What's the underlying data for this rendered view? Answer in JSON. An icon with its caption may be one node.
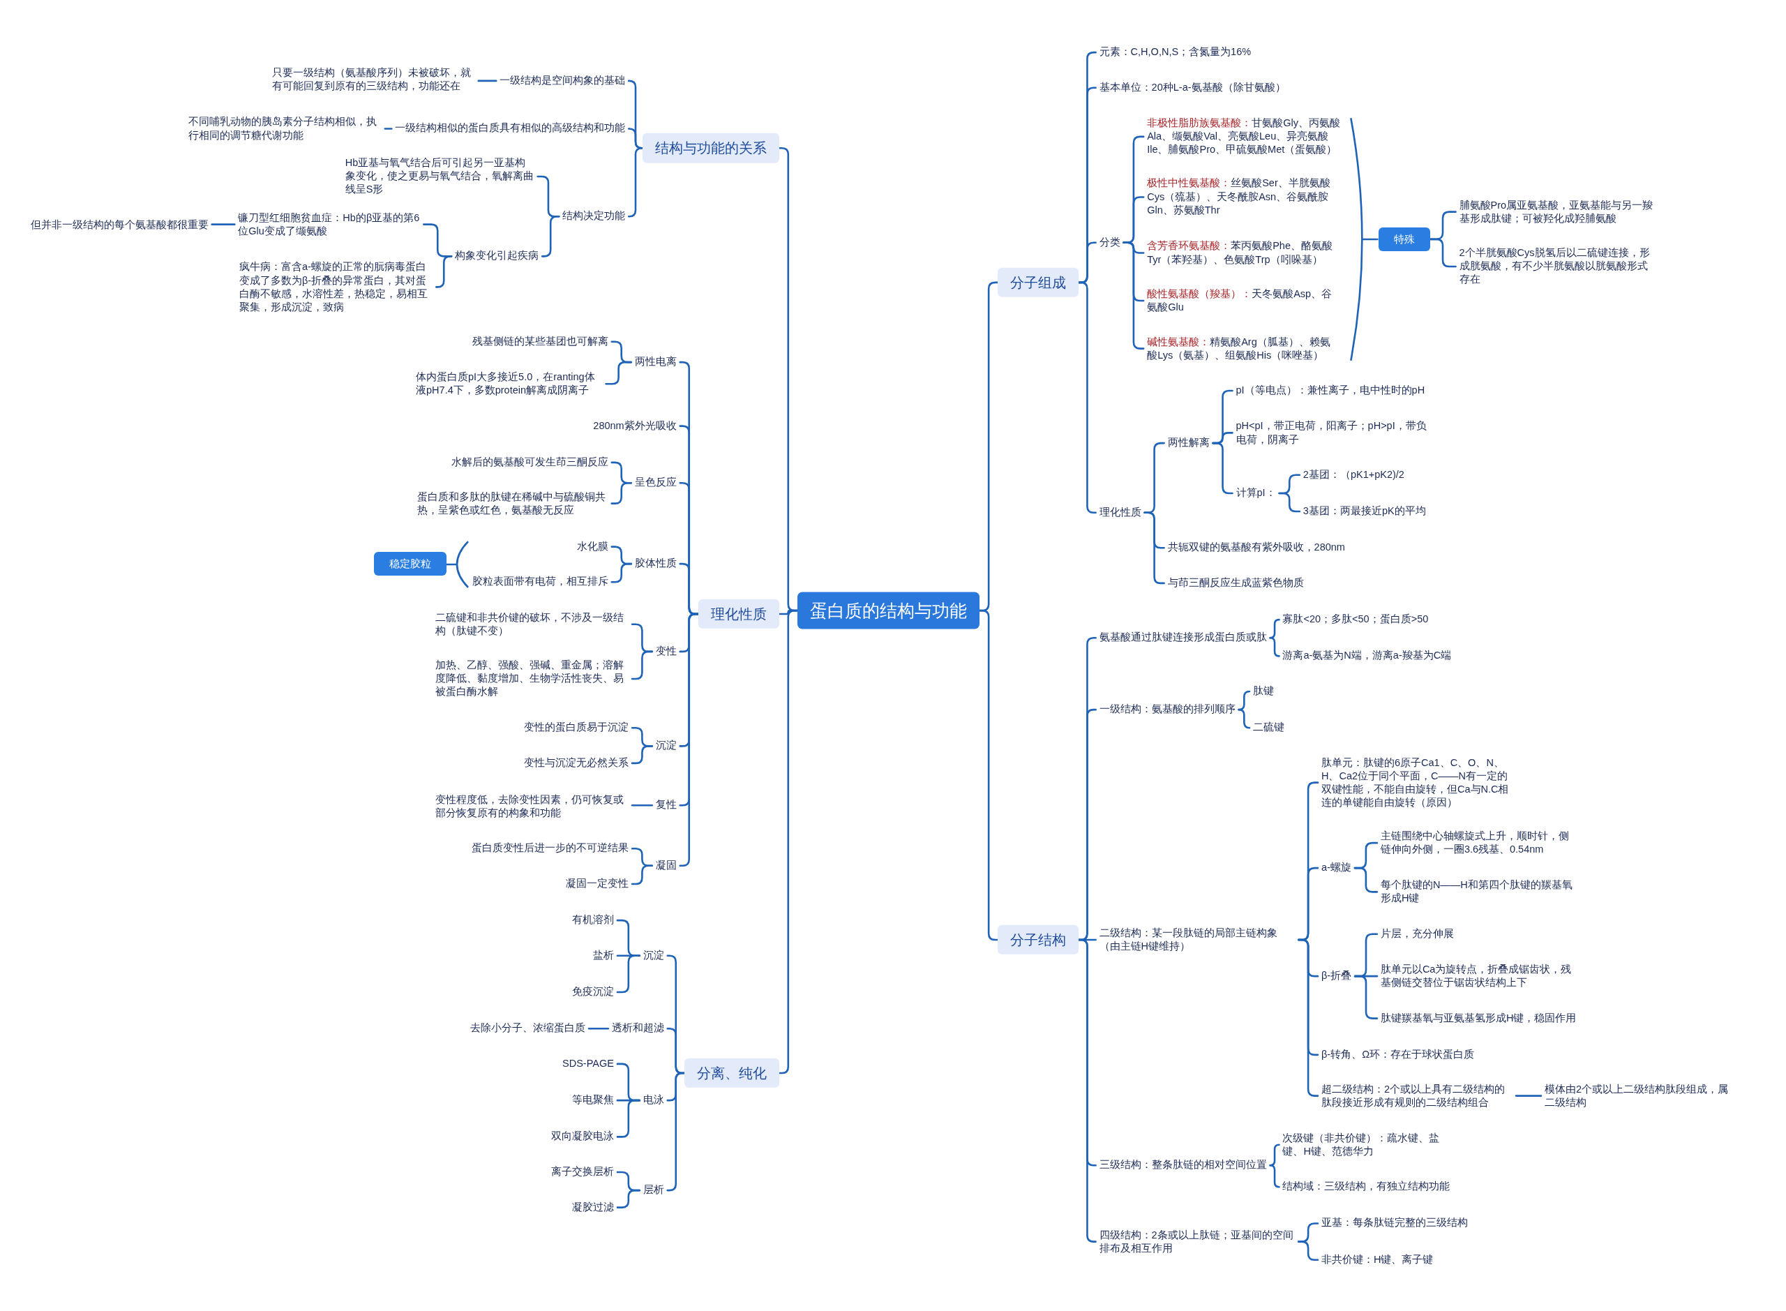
{
  "diagram": {
    "nodes": [
      {
        "text": [
          "蛋白质的结构与功能"
        ]
      },
      {
        "text": [
          "结构与功能的关系"
        ]
      },
      {
        "text": [
          "一级结构是空间构象的基础"
        ]
      },
      {
        "text": [
          "只要一级结构（氨基酸序列）未被破坏，就有可能回复到原有的三级结构，功能还在"
        ]
      },
      {
        "text": [
          "一级结构相似的蛋白质具有相似的高级结构和功能"
        ]
      },
      {
        "text": [
          "不同哺乳动物的胰岛素分子结构相似，执行相同的调节糖代谢功能"
        ]
      },
      {
        "text": [
          "结构决定功能"
        ]
      },
      {
        "text": [
          "Hb亚基与氧气结合后可引起另一亚基构象变化，使之更易与氧气结合，氧解离曲线呈S形"
        ]
      },
      {
        "text": [
          "构象变化引起疾病"
        ]
      },
      {
        "text": [
          "镰刀型红细胞贫血症：Hb的β亚基的第6位Glu变成了缬氨酸"
        ]
      },
      {
        "text": [
          "但并非一级结构的每个氨基酸都很重要"
        ]
      },
      {
        "text": [
          "疯牛病：富含a-螺旋的正常的朊病毒蛋白变成了多数为β-折叠的异常蛋白，其对蛋白酶不敏感，水溶性差，热稳定，易相互聚集，形成沉淀，致病"
        ]
      },
      {
        "text": [
          "理化性质"
        ]
      },
      {
        "text": [
          "两性电离"
        ]
      },
      {
        "text": [
          "残基侧链的某些基团也可解离"
        ]
      },
      {
        "text": [
          "体内蛋白质pI大多接近5.0，在ranting体液pH7.4下，多数protein解离成阴离子"
        ]
      },
      {
        "text": [
          "280nm紫外光吸收"
        ]
      },
      {
        "text": [
          "呈色反应"
        ]
      },
      {
        "text": [
          "水解后的氨基酸可发生茚三酮反应"
        ]
      },
      {
        "text": [
          "蛋白质和多肽的肽键在稀碱中与硫酸铜共热，呈紫色或红色，氨基酸无反应"
        ]
      },
      {
        "text": [
          "胶体性质"
        ]
      },
      {
        "text": [
          "水化膜"
        ]
      },
      {
        "text": [
          "胶粒表面带有电荷，相互排斥"
        ]
      },
      {
        "text": [
          "稳定胶粒"
        ]
      },
      {
        "text": [
          "变性"
        ]
      },
      {
        "text": [
          "二硫键和非共价键的破坏，不涉及一级结构（肽键不变）"
        ]
      },
      {
        "text": [
          "加热、乙醇、强酸、强碱、重金属；溶解度降低、黏度增加、生物学活性丧失、易被蛋白酶水解"
        ]
      },
      {
        "text": [
          "沉淀"
        ]
      },
      {
        "text": [
          "变性的蛋白质易于沉淀"
        ]
      },
      {
        "text": [
          "变性与沉淀无必然关系"
        ]
      },
      {
        "text": [
          "复性"
        ]
      },
      {
        "text": [
          "变性程度低，去除变性因素，仍可恢复或部分恢复原有的构象和功能"
        ]
      },
      {
        "text": [
          "凝固"
        ]
      },
      {
        "text": [
          "蛋白质变性后进一步的不可逆结果"
        ]
      },
      {
        "text": [
          "凝固一定变性"
        ]
      },
      {
        "text": [
          "分离、纯化"
        ]
      },
      {
        "text": [
          "沉淀"
        ]
      },
      {
        "text": [
          "有机溶剂"
        ]
      },
      {
        "text": [
          "盐析"
        ]
      },
      {
        "text": [
          "免疫沉淀"
        ]
      },
      {
        "text": [
          "透析和超滤"
        ]
      },
      {
        "text": [
          "去除小分子、浓缩蛋白质"
        ]
      },
      {
        "text": [
          "电泳"
        ]
      },
      {
        "text": [
          "SDS-PAGE"
        ]
      },
      {
        "text": [
          "等电聚焦"
        ]
      },
      {
        "text": [
          "双向凝胶电泳"
        ]
      },
      {
        "text": [
          "层析"
        ]
      },
      {
        "text": [
          "离子交换层析"
        ]
      },
      {
        "text": [
          "凝胶过滤"
        ]
      },
      {
        "text": [
          "分子组成"
        ]
      },
      {
        "text": [
          "元素：C,H,O,N,S；含氮量为16%"
        ]
      },
      {
        "text": [
          "基本单位：20种L-a-氨基酸（除甘氨酸）"
        ]
      },
      {
        "text": [
          "分类"
        ]
      },
      {
        "text": [
          "非极性脂肪族氨基酸：",
          "甘氨酸Gly、丙氨酸Ala、缬氨酸Val、亮氨酸Leu、异亮氨酸Ile、脯氨酸Pro、甲硫氨酸Met（蛋氨酸）"
        ]
      },
      {
        "text": [
          "极性中性氨基酸：",
          "丝氨酸Ser、半胱氨酸Cys（巯基）、天冬酰胺Asn、谷氨酰胺Gln、苏氨酸Thr"
        ]
      },
      {
        "text": [
          "含芳香环氨基酸：",
          "苯丙氨酸Phe、酪氨酸Tyr（苯羟基）、色氨酸Trp（吲哚基）"
        ]
      },
      {
        "text": [
          "酸性氨基酸（羧基）：",
          "天冬氨酸Asp、谷氨酸Glu"
        ]
      },
      {
        "text": [
          "碱性氨基酸：",
          "精氨酸Arg（胍基）、赖氨酸Lys（氨基）、组氨酸His（咪唑基）"
        ]
      },
      {
        "text": [
          "特殊"
        ]
      },
      {
        "text": [
          "脯氨酸Pro属亚氨基酸，亚氨基能与另一羧基形成肽键；可被羟化成羟脯氨酸"
        ]
      },
      {
        "text": [
          "2个半胱氨酸Cys脱氢后以二硫键连接，形成胱氨酸，有不少半胱氨酸以胱氨酸形式存在"
        ]
      },
      {
        "text": [
          "理化性质"
        ]
      },
      {
        "text": [
          "两性解离"
        ]
      },
      {
        "text": [
          "pI（等电点）：兼性离子，电中性时的pH"
        ]
      },
      {
        "text": [
          "pH<pI，带正电荷，阳离子；pH>pI，带负电荷，阴离子"
        ]
      },
      {
        "text": [
          "计算pI："
        ]
      },
      {
        "text": [
          "2基团：（pK1+pK2)/2"
        ]
      },
      {
        "text": [
          "3基团：两最接近pK的平均"
        ]
      },
      {
        "text": [
          "共轭双键的氨基酸有紫外吸收，280nm"
        ]
      },
      {
        "text": [
          "与茚三酮反应生成蓝紫色物质"
        ]
      },
      {
        "text": [
          "分子结构"
        ]
      },
      {
        "text": [
          "氨基酸通过肽键连接形成蛋白质或肽"
        ]
      },
      {
        "text": [
          "寡肽<20；多肽<50；蛋白质>50"
        ]
      },
      {
        "text": [
          "游离a-氨基为N端，游离a-羧基为C端"
        ]
      },
      {
        "text": [
          "一级结构：氨基酸的排列顺序"
        ]
      },
      {
        "text": [
          "肽键"
        ]
      },
      {
        "text": [
          "二硫键"
        ]
      },
      {
        "text": [
          "二级结构：某一段肽链的局部主链构象（由主链H键维持）"
        ]
      },
      {
        "text": [
          "肽单元：肽键的6原子Ca1、C、O、N、H、Ca2位于同个平面，C——N有一定的双键性能，不能自由旋转，但Ca与N.C相连的单键能自由旋转（原因）"
        ]
      },
      {
        "text": [
          "a-螺旋"
        ]
      },
      {
        "text": [
          "主链围绕中心轴螺旋式上升，顺时针，侧链伸向外侧，一圈3.6残基、0.54nm"
        ]
      },
      {
        "text": [
          "每个肽键的N——H和第四个肽键的羰基氧形成H键"
        ]
      },
      {
        "text": [
          "β-折叠"
        ]
      },
      {
        "text": [
          "片层，充分伸展"
        ]
      },
      {
        "text": [
          "肽单元以Ca为旋转点，折叠成锯齿状，残基侧链交替位于锯齿状结构上下"
        ]
      },
      {
        "text": [
          "肽键羰基氧与亚氨基氢形成H键，稳固作用"
        ]
      },
      {
        "text": [
          "β-转角、Ω环：存在于球状蛋白质"
        ]
      },
      {
        "text": [
          "超二级结构：2个或以上具有二级结构的肽段接近形成有规则的二级结构组合"
        ]
      },
      {
        "text": [
          "模体由2个或以上二级结构肽段组成，属二级结构"
        ]
      },
      {
        "text": [
          "三级结构：整条肽链的相对空间位置"
        ]
      },
      {
        "text": [
          "次级键（非共价键）：疏水键、盐键、H键、范德华力"
        ]
      },
      {
        "text": [
          "结构域：三级结构，有独立结构功能"
        ]
      },
      {
        "text": [
          "四级结构：2条或以上肽链；亚基间的空间排布及相互作用"
        ]
      },
      {
        "text": [
          "亚基：每条肽链完整的三级结构"
        ]
      },
      {
        "text": [
          "非共价键：H键、离子键"
        ]
      }
    ],
    "edges": [
      {
        "from": 0,
        "to": 1,
        "arrow": "none"
      },
      {
        "from": 0,
        "to": 12,
        "arrow": "none"
      },
      {
        "from": 0,
        "to": 35,
        "arrow": "none"
      },
      {
        "from": 0,
        "to": 49,
        "arrow": "none"
      },
      {
        "from": 0,
        "to": 70,
        "arrow": "none"
      },
      {
        "from": 1,
        "to": 2,
        "arrow": "none"
      },
      {
        "from": 1,
        "to": 4,
        "arrow": "none"
      },
      {
        "from": 1,
        "to": 6,
        "arrow": "none"
      },
      {
        "from": 2,
        "to": 3,
        "arrow": "none"
      },
      {
        "from": 4,
        "to": 5,
        "arrow": "none"
      },
      {
        "from": 6,
        "to": 7,
        "arrow": "none"
      },
      {
        "from": 6,
        "to": 8,
        "arrow": "none"
      },
      {
        "from": 8,
        "to": 9,
        "arrow": "none"
      },
      {
        "from": 8,
        "to": 11,
        "arrow": "none"
      },
      {
        "from": 9,
        "to": 10,
        "arrow": "none"
      },
      {
        "from": 12,
        "to": 13,
        "arrow": "none"
      },
      {
        "from": 12,
        "to": 16,
        "arrow": "none"
      },
      {
        "from": 12,
        "to": 17,
        "arrow": "none"
      },
      {
        "from": 12,
        "to": 20,
        "arrow": "none"
      },
      {
        "from": 12,
        "to": 24,
        "arrow": "none"
      },
      {
        "from": 12,
        "to": 27,
        "arrow": "none"
      },
      {
        "from": 12,
        "to": 30,
        "arrow": "none"
      },
      {
        "from": 12,
        "to": 32,
        "arrow": "none"
      },
      {
        "from": 13,
        "to": 14,
        "arrow": "none"
      },
      {
        "from": 13,
        "to": 15,
        "arrow": "none"
      },
      {
        "from": 17,
        "to": 18,
        "arrow": "none"
      },
      {
        "from": 17,
        "to": 19,
        "arrow": "none"
      },
      {
        "from": 20,
        "to": 21,
        "arrow": "none"
      },
      {
        "from": 20,
        "to": 22,
        "arrow": "none"
      },
      {
        "from": 24,
        "to": 25,
        "arrow": "none"
      },
      {
        "from": 24,
        "to": 26,
        "arrow": "none"
      },
      {
        "from": 27,
        "to": 28,
        "arrow": "none"
      },
      {
        "from": 27,
        "to": 29,
        "arrow": "none"
      },
      {
        "from": 30,
        "to": 31,
        "arrow": "none"
      },
      {
        "from": 32,
        "to": 33,
        "arrow": "none"
      },
      {
        "from": 32,
        "to": 34,
        "arrow": "none"
      },
      {
        "from": 35,
        "to": 36,
        "arrow": "none"
      },
      {
        "from": 35,
        "to": 40,
        "arrow": "none"
      },
      {
        "from": 35,
        "to": 42,
        "arrow": "none"
      },
      {
        "from": 35,
        "to": 46,
        "arrow": "none"
      },
      {
        "from": 36,
        "to": 37,
        "arrow": "none"
      },
      {
        "from": 36,
        "to": 38,
        "arrow": "none"
      },
      {
        "from": 36,
        "to": 39,
        "arrow": "none"
      },
      {
        "from": 40,
        "to": 41,
        "arrow": "none"
      },
      {
        "from": 42,
        "to": 43,
        "arrow": "none"
      },
      {
        "from": 42,
        "to": 44,
        "arrow": "none"
      },
      {
        "from": 42,
        "to": 45,
        "arrow": "none"
      },
      {
        "from": 46,
        "to": 47,
        "arrow": "none"
      },
      {
        "from": 46,
        "to": 48,
        "arrow": "none"
      },
      {
        "from": 49,
        "to": 50,
        "arrow": "none"
      },
      {
        "from": 49,
        "to": 51,
        "arrow": "none"
      },
      {
        "from": 49,
        "to": 52,
        "arrow": "none"
      },
      {
        "from": 49,
        "to": 61,
        "arrow": "none"
      },
      {
        "from": 52,
        "to": 53,
        "arrow": "none"
      },
      {
        "from": 52,
        "to": 54,
        "arrow": "none"
      },
      {
        "from": 52,
        "to": 55,
        "arrow": "none"
      },
      {
        "from": 52,
        "to": 56,
        "arrow": "none"
      },
      {
        "from": 52,
        "to": 57,
        "arrow": "none"
      },
      {
        "from": 58,
        "to": 59,
        "arrow": "none"
      },
      {
        "from": 58,
        "to": 60,
        "arrow": "none"
      },
      {
        "from": 61,
        "to": 62,
        "arrow": "none"
      },
      {
        "from": 61,
        "to": 68,
        "arrow": "none"
      },
      {
        "from": 61,
        "to": 69,
        "arrow": "none"
      },
      {
        "from": 62,
        "to": 63,
        "arrow": "none"
      },
      {
        "from": 62,
        "to": 64,
        "arrow": "none"
      },
      {
        "from": 62,
        "to": 65,
        "arrow": "none"
      },
      {
        "from": 65,
        "to": 66,
        "arrow": "none"
      },
      {
        "from": 65,
        "to": 67,
        "arrow": "none"
      },
      {
        "from": 70,
        "to": 71,
        "arrow": "none"
      },
      {
        "from": 70,
        "to": 74,
        "arrow": "none"
      },
      {
        "from": 70,
        "to": 77,
        "arrow": "none"
      },
      {
        "from": 70,
        "to": 89,
        "arrow": "none"
      },
      {
        "from": 70,
        "to": 92,
        "arrow": "none"
      },
      {
        "from": 71,
        "to": 72,
        "arrow": "none"
      },
      {
        "from": 71,
        "to": 73,
        "arrow": "none"
      },
      {
        "from": 74,
        "to": 75,
        "arrow": "none"
      },
      {
        "from": 74,
        "to": 76,
        "arrow": "none"
      },
      {
        "from": 77,
        "to": 78,
        "arrow": "none"
      },
      {
        "from": 77,
        "to": 79,
        "arrow": "none"
      },
      {
        "from": 77,
        "to": 82,
        "arrow": "none"
      },
      {
        "from": 77,
        "to": 86,
        "arrow": "none"
      },
      {
        "from": 77,
        "to": 87,
        "arrow": "none"
      },
      {
        "from": 79,
        "to": 80,
        "arrow": "none"
      },
      {
        "from": 79,
        "to": 81,
        "arrow": "none"
      },
      {
        "from": 82,
        "to": 83,
        "arrow": "none"
      },
      {
        "from": 82,
        "to": 84,
        "arrow": "none"
      },
      {
        "from": 82,
        "to": 85,
        "arrow": "none"
      },
      {
        "from": 87,
        "to": 88,
        "arrow": "none"
      },
      {
        "from": 89,
        "to": 90,
        "arrow": "none"
      },
      {
        "from": 89,
        "to": 91,
        "arrow": "none"
      },
      {
        "from": 92,
        "to": 93,
        "arrow": "none"
      },
      {
        "from": 92,
        "to": 94,
        "arrow": "none"
      }
    ]
  }
}
